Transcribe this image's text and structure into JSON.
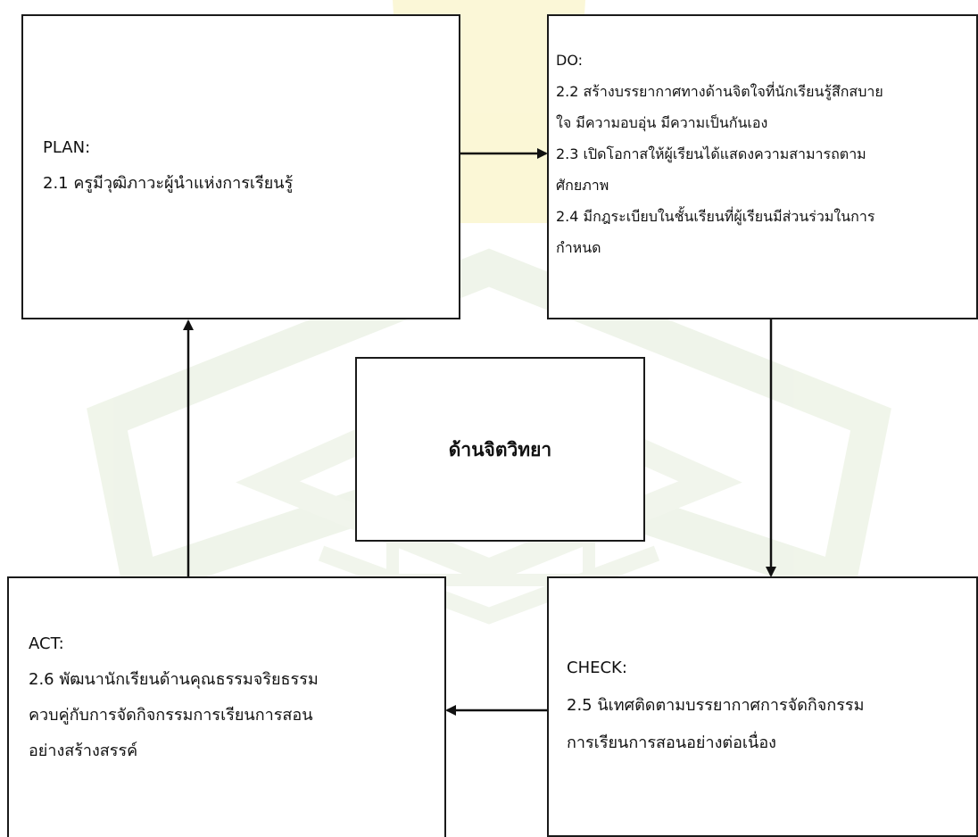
{
  "plan": {
    "heading": "PLAN:",
    "lines": [
      "2.1 ครูมีวุฒิภาวะผู้นำแห่งการเรียนรู้"
    ]
  },
  "do": {
    "heading": "DO:",
    "lines": [
      "2.2 สร้างบรรยากาศทางด้านจิตใจที่นักเรียนรู้สึกสบาย",
      "ใจ มีความอบอุ่น มีความเป็นกันเอง",
      "2.3 เปิดโอกาสให้ผู้เรียนได้แสดงความสามารถตาม",
      "ศักยภาพ",
      "2.4 มีกฎระเบียบในชั้นเรียนที่ผู้เรียนมีส่วนร่วมในการ",
      "กำหนด"
    ]
  },
  "center": {
    "title": "ด้านจิตวิทยา"
  },
  "act": {
    "heading": "ACT:",
    "lines": [
      "2.6 พัฒนานักเรียนด้านคุณธรรมจริยธรรม",
      "ควบคู่กับการจัดกิจกรรมการเรียนการสอน",
      "อย่างสร้างสรรค์"
    ]
  },
  "check": {
    "heading": "CHECK:",
    "lines": [
      "2.5 นิเทศติดตามบรรยากาศการจัดกิจกรรม",
      "การเรียนการสอนอย่างต่อเนื่อง"
    ]
  },
  "colors": {
    "border": "#1a1a1a",
    "text": "#111111",
    "watermark_green": "#dfe9d2",
    "watermark_yellow": "#f6eea8"
  }
}
